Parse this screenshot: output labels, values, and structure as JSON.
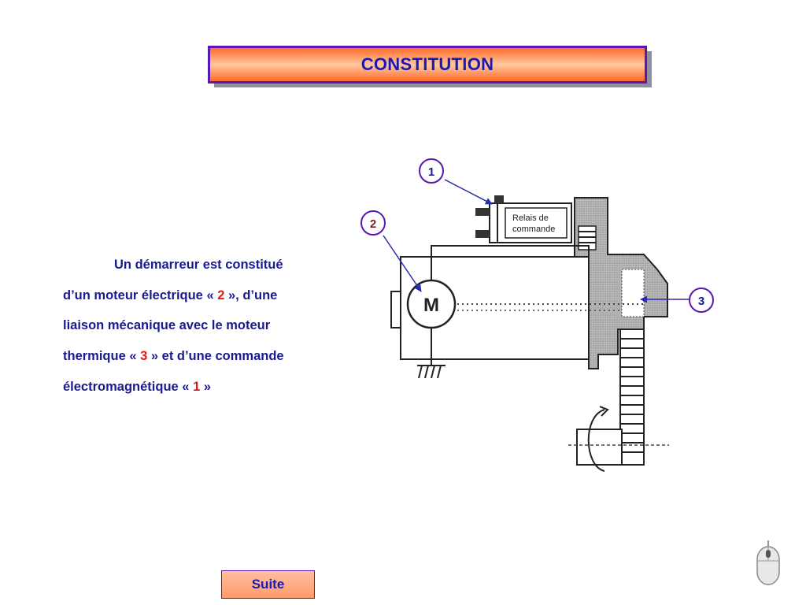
{
  "header": {
    "title": "CONSTITUTION"
  },
  "body": {
    "line1": "Un démarreur est constitué",
    "line2_a": "d’un moteur électrique « ",
    "line2_num": "2",
    "line2_b": " »,  d’une",
    "line3": "liaison mécanique avec le moteur",
    "line4_a": "thermique « ",
    "line4_num": "3",
    "line4_b": " »   et d’une commande",
    "line5_a": "électromagnétique « ",
    "line5_num": "1",
    "line5_b": " »"
  },
  "diagram": {
    "motor_label": "M",
    "relay_label_1": "Relais de",
    "relay_label_2": "commande",
    "callouts": {
      "c1": "1",
      "c2": "2",
      "c3": "3"
    }
  },
  "footer": {
    "suite_label": "Suite"
  },
  "colors": {
    "accent": "#5a18b0",
    "title_text": "#1a1ab0",
    "highlight": "#e01818",
    "gradient": "#ff6a2a"
  },
  "icons": {
    "mouse": "mouse-icon"
  }
}
